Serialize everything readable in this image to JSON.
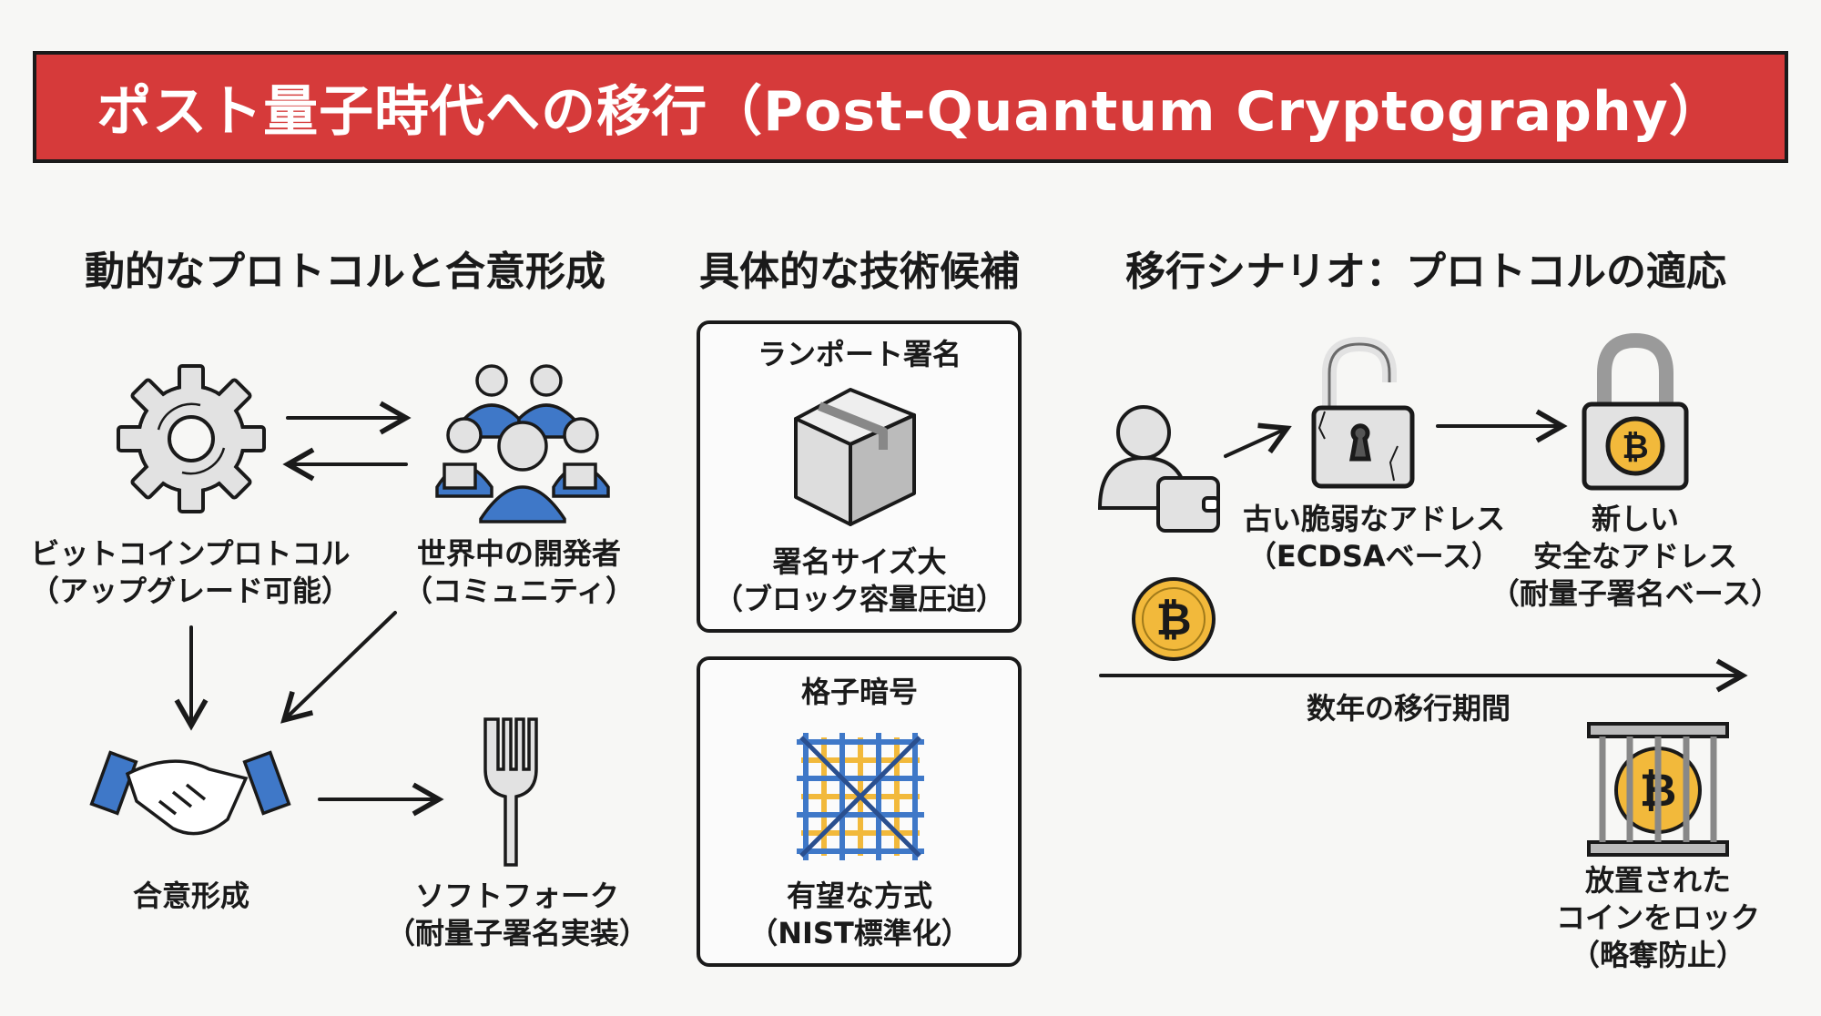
{
  "title": "ポスト量子時代への移行（Post-Quantum Cryptography）",
  "sections": {
    "left": {
      "heading": "動的なプロトコルと合意形成",
      "protocol": {
        "line1": "ビットコインプロトコル",
        "line2": "（アップグレード可能）"
      },
      "developers": {
        "line1": "世界中の開発者",
        "line2": "（コミュニティ）"
      },
      "consensus": {
        "line1": "合意形成"
      },
      "softfork": {
        "line1": "ソフトフォーク",
        "line2": "（耐量子署名実装）"
      }
    },
    "middle": {
      "heading": "具体的な技術候補",
      "lamport": {
        "title": "ランポート署名",
        "line1": "署名サイズ大",
        "line2": "（ブロック容量圧迫）"
      },
      "lattice": {
        "title": "格子暗号",
        "line1": "有望な方式",
        "line2": "（NIST標準化）"
      }
    },
    "right": {
      "heading": "移行シナリオ：プロトコルの適応",
      "old_address": {
        "line1": "古い脆弱なアドレス",
        "line2": "（ECDSAベース）"
      },
      "new_address": {
        "line1": "新しい",
        "line2": "安全なアドレス",
        "line3": "（耐量子署名ベース）"
      },
      "timeline": "数年の移行期間",
      "locked": {
        "line1": "放置された",
        "line2": "コインをロック",
        "line3": "（略奪防止）"
      }
    }
  },
  "colors": {
    "banner": "#d63a3a",
    "blue": "#3f78c8",
    "gold": "#f2b93b",
    "gray": "#e2e2e2"
  }
}
